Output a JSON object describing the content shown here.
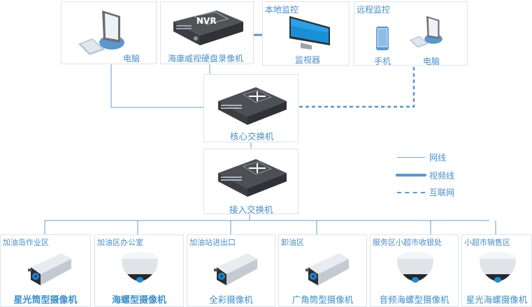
{
  "top_row": {
    "pc": {
      "label": "电脑",
      "icon": "desktop-computer-icon"
    },
    "nvr": {
      "label": "海康威视硬盘录像机",
      "device_text": "NVR",
      "icon": "nvr-recorder-icon"
    },
    "local_monitor": {
      "group_title": "本地监控",
      "label": "监视器",
      "icon": "monitor-icon"
    },
    "remote_monitor": {
      "group_title": "远程监控",
      "phone_label": "手机",
      "pc_label": "电脑"
    }
  },
  "core_switch": {
    "label": "核心交换机"
  },
  "access_switch": {
    "label": "接入交换机"
  },
  "legend": [
    {
      "label": "网线",
      "style": "thin-line"
    },
    {
      "label": "视频线",
      "style": "thick-line"
    },
    {
      "label": "互联网",
      "style": "dashed-line"
    }
  ],
  "cameras": [
    {
      "area": "加油岛作业区",
      "name": "星光筒型摄像机",
      "type": "bullet"
    },
    {
      "area": "加油区办公室",
      "name": "海螺型摄像机",
      "type": "dome"
    },
    {
      "area": "加油站进出口",
      "name": "全彩摄像机",
      "type": "bullet"
    },
    {
      "area": "卸油区",
      "name": "广角筒型摄像机",
      "type": "bullet"
    },
    {
      "area": "服务区小超市收银处",
      "name": "音频海螺型摄像机",
      "type": "dome"
    },
    {
      "area": "小超市销售区",
      "name": "星光海螺摄像机",
      "type": "dome"
    }
  ],
  "colors": {
    "line": "#6c9ec4",
    "accent": "#4a8ec7",
    "video_line": "#5b97cc"
  }
}
